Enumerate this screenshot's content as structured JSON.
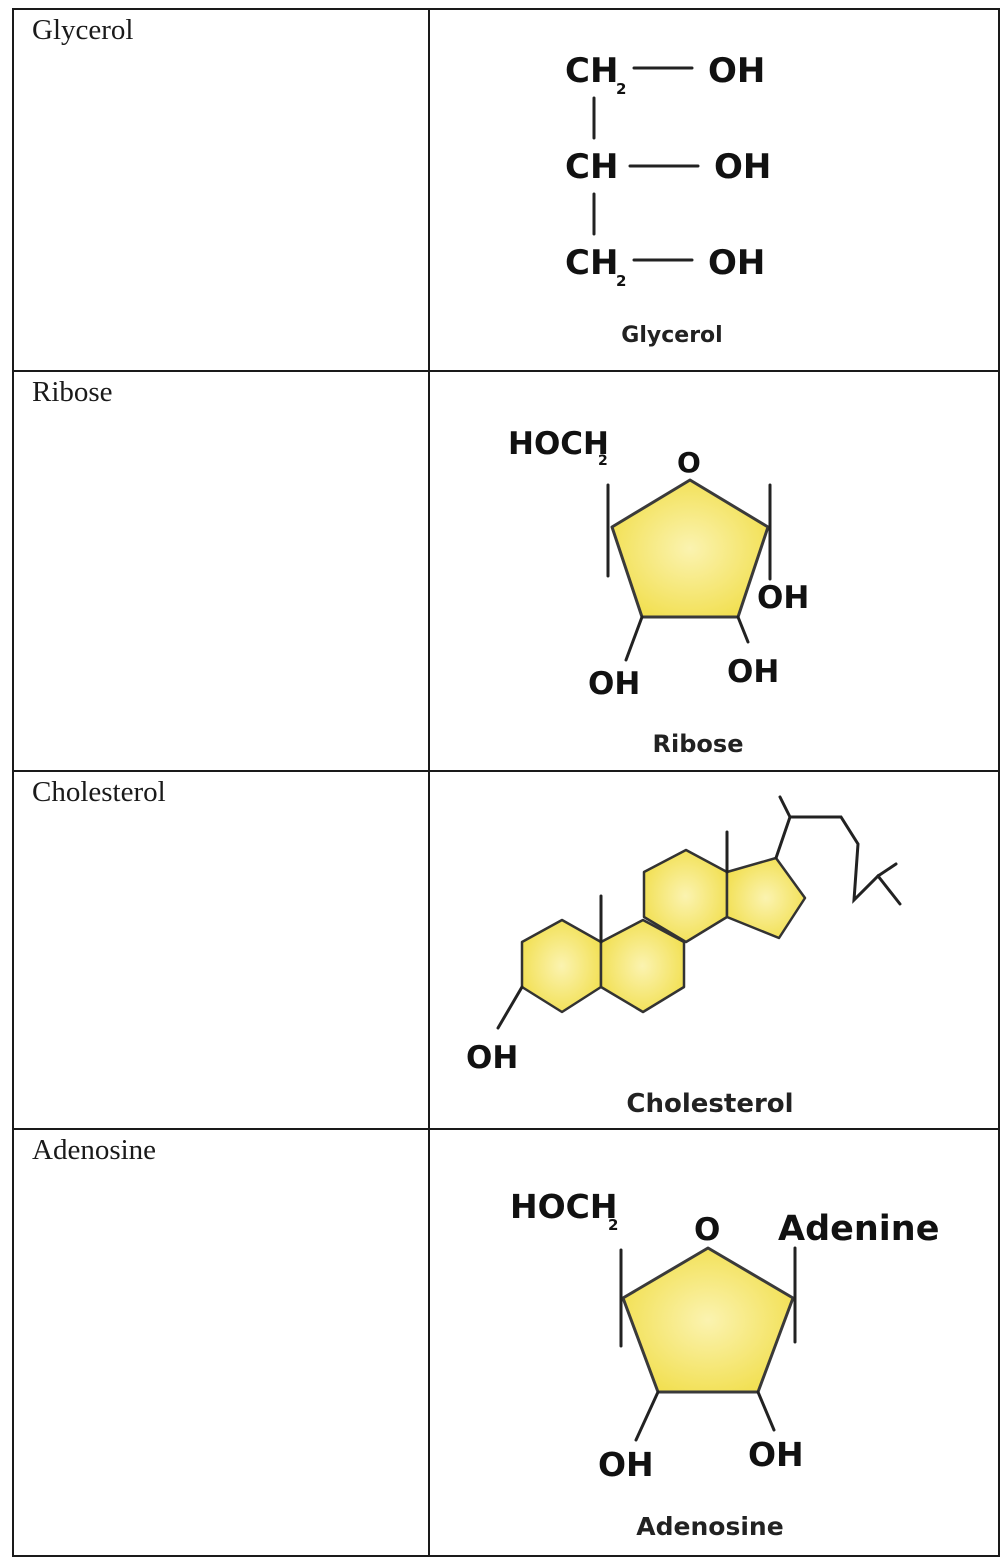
{
  "rows": [
    {
      "name": "Glycerol",
      "structure": {
        "caption": "Glycerol",
        "groups": [
          "CH",
          "CH",
          "CH"
        ],
        "subscript": "2",
        "substituent": "OH"
      }
    },
    {
      "name": "Ribose",
      "structure": {
        "caption": "Ribose",
        "hoch": "HOCH",
        "subscript": "2",
        "ring_o": "O",
        "oh": "OH"
      }
    },
    {
      "name": "Cholesterol",
      "structure": {
        "caption": "Cholesterol",
        "oh": "OH"
      }
    },
    {
      "name": "Adenosine",
      "structure": {
        "caption": "Adenosine",
        "hoch": "HOCH",
        "subscript": "2",
        "ring_o": "O",
        "base": "Adenine",
        "oh": "OH"
      }
    }
  ],
  "colors": {
    "ring_fill": "#f4e35a",
    "ring_highlight": "#fbf3b0",
    "border": "#1a1a1a"
  }
}
